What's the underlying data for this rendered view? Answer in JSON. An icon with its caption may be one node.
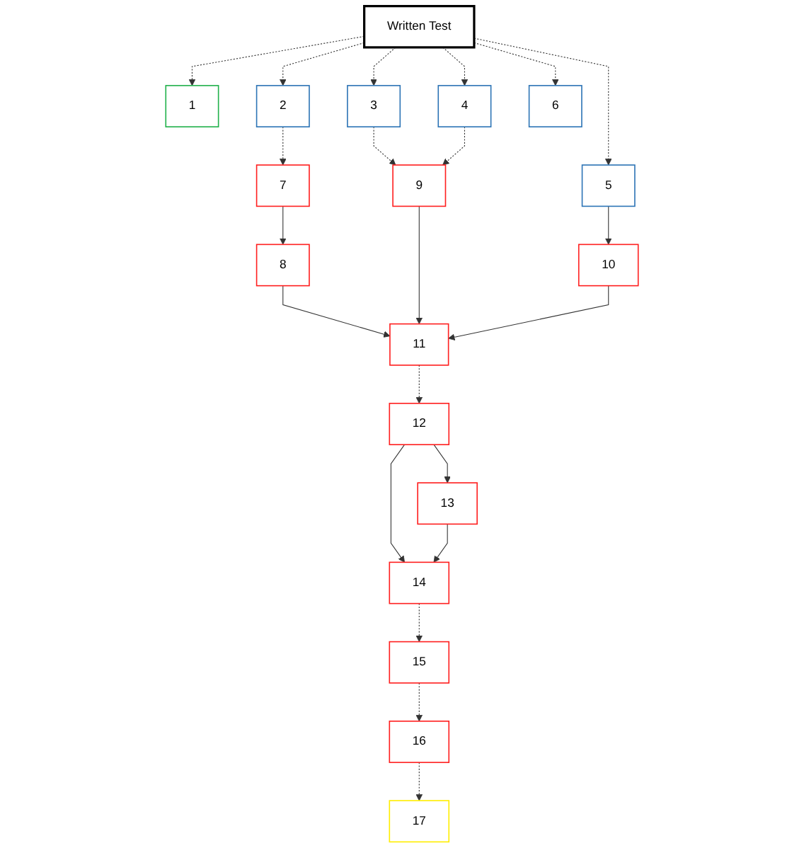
{
  "diagram": {
    "nodes": [
      {
        "text": [
          "Written Test"
        ]
      },
      {
        "text": [
          "1"
        ]
      },
      {
        "text": [
          "2"
        ]
      },
      {
        "text": [
          "3"
        ]
      },
      {
        "text": [
          "4"
        ]
      },
      {
        "text": [
          "5"
        ]
      },
      {
        "text": [
          "6"
        ]
      },
      {
        "text": [
          "7"
        ]
      },
      {
        "text": [
          "8"
        ]
      },
      {
        "text": [
          "9"
        ]
      },
      {
        "text": [
          "10"
        ]
      },
      {
        "text": [
          "11"
        ]
      },
      {
        "text": [
          "12"
        ]
      },
      {
        "text": [
          "13"
        ]
      },
      {
        "text": [
          "14"
        ]
      },
      {
        "text": [
          "15"
        ]
      },
      {
        "text": [
          "16"
        ]
      },
      {
        "text": [
          "17"
        ]
      }
    ],
    "edges": [
      {
        "from": 0,
        "to": 1,
        "arrow": "to",
        "style": "dashed"
      },
      {
        "from": 0,
        "to": 2,
        "arrow": "to",
        "style": "dashed"
      },
      {
        "from": 0,
        "to": 3,
        "arrow": "to",
        "style": "dashed"
      },
      {
        "from": 0,
        "to": 4,
        "arrow": "to",
        "style": "dashed"
      },
      {
        "from": 0,
        "to": 5,
        "arrow": "to",
        "style": "dashed"
      },
      {
        "from": 0,
        "to": 6,
        "arrow": "to",
        "style": "dashed"
      },
      {
        "from": 2,
        "to": 7,
        "arrow": "to",
        "style": "dashed"
      },
      {
        "from": 7,
        "to": 8,
        "arrow": "to"
      },
      {
        "from": 3,
        "to": 9,
        "arrow": "to",
        "style": "dashed"
      },
      {
        "from": 4,
        "to": 9,
        "arrow": "to",
        "style": "dashed"
      },
      {
        "from": 5,
        "to": 10,
        "arrow": "to"
      },
      {
        "from": 8,
        "to": 11,
        "arrow": "to"
      },
      {
        "from": 9,
        "to": 11,
        "arrow": "to"
      },
      {
        "from": 10,
        "to": 11,
        "arrow": "to"
      },
      {
        "from": 11,
        "to": 12,
        "arrow": "to",
        "style": "dashed"
      },
      {
        "from": 12,
        "to": 13,
        "arrow": "to"
      },
      {
        "from": 12,
        "to": 14,
        "arrow": "to"
      },
      {
        "from": 13,
        "to": 14,
        "arrow": "to"
      },
      {
        "from": 14,
        "to": 15,
        "arrow": "to",
        "style": "dashed"
      },
      {
        "from": 15,
        "to": 16,
        "arrow": "to",
        "style": "dashed"
      },
      {
        "from": 16,
        "to": 17,
        "arrow": "to",
        "style": "dashed"
      }
    ]
  }
}
